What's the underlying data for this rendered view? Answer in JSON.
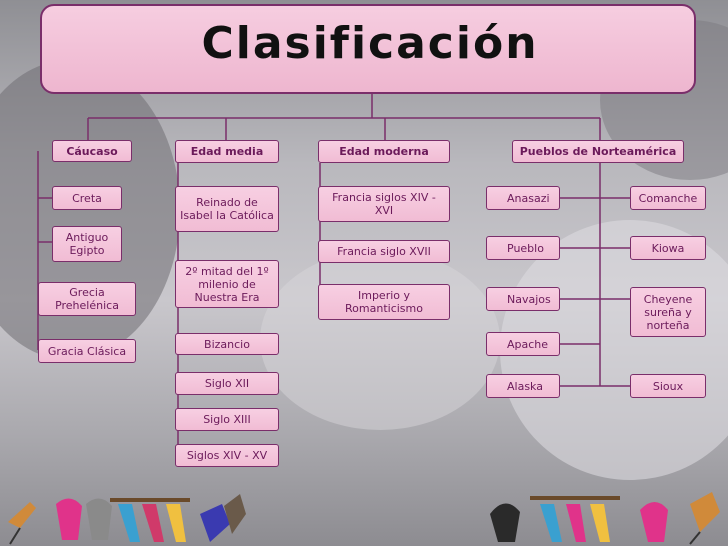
{
  "title": "Clasificación",
  "columns": {
    "caucaso": {
      "header": "Cáucaso",
      "items": [
        "Creta",
        "Antiguo Egipto",
        "Grecia Prehelénica",
        "Gracia Clásica"
      ]
    },
    "edad_media": {
      "header": "Edad media",
      "items": [
        "Reinado de Isabel la Católica",
        "2º mitad del 1º milenio de Nuestra Era",
        "Bizancio",
        "Siglo XII",
        "Siglo XIII",
        "Siglos XIV - XV"
      ]
    },
    "edad_moderna": {
      "header": "Edad moderna",
      "items": [
        "Francia siglos XIV - XVI",
        "Francia siglo XVII",
        "Imperio y Romanticismo"
      ]
    },
    "norteamerica": {
      "header": "Pueblos de Norteamérica",
      "left_items": [
        "Anasazi",
        "Pueblo",
        "Navajos",
        "Apache",
        "Alaska"
      ],
      "right_items": [
        "Comanche",
        "Kiowa",
        "Cheyene sureña y norteña",
        "Sioux"
      ]
    }
  },
  "colors": {
    "node_fill": "#f3c3d9",
    "node_border": "#7a2e6a",
    "node_text": "#6b1a5a",
    "connector": "#7a2e6a"
  }
}
